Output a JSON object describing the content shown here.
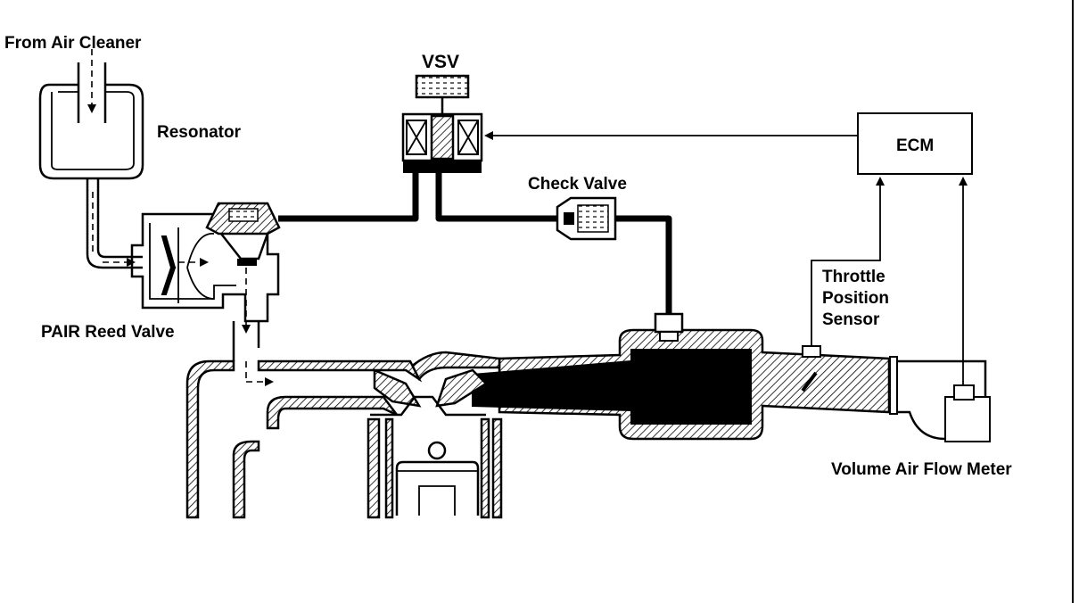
{
  "labels": {
    "from_air_cleaner": "From Air Cleaner",
    "resonator": "Resonator",
    "vsv": "VSV",
    "ecm": "ECM",
    "check_valve": "Check Valve",
    "throttle_line1": "Throttle",
    "throttle_line2": "Position",
    "throttle_line3": "Sensor",
    "pair_reed_valve": "PAIR Reed Valve",
    "volume_air_flow_meter": "Volume Air Flow Meter"
  }
}
